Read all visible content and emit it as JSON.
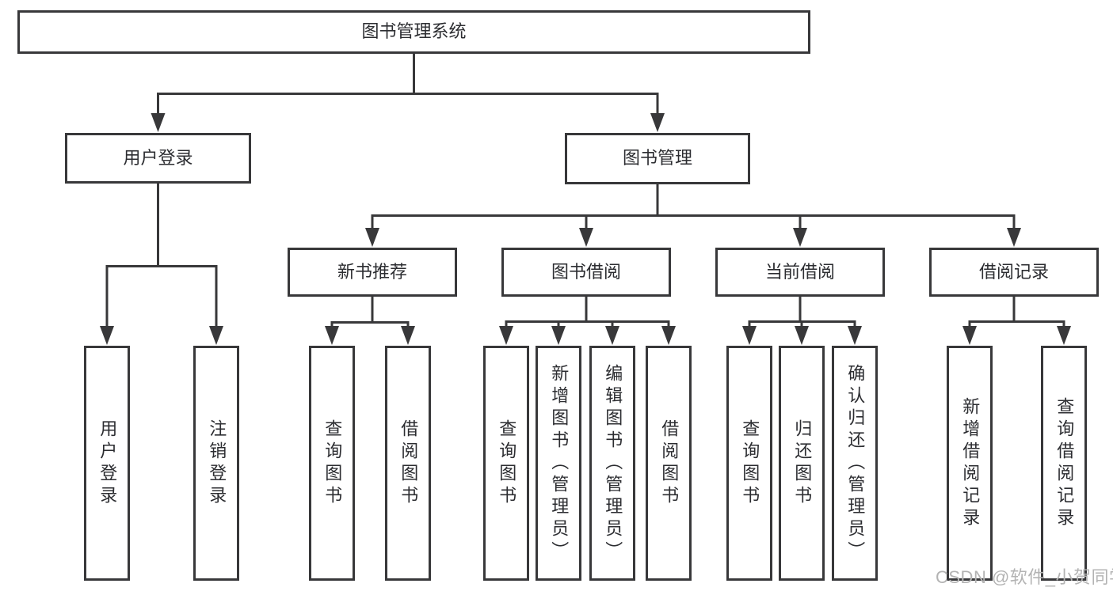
{
  "diagram": {
    "type": "hierarchy-tree",
    "colors": {
      "background": "#ffffff",
      "line": "#38383a",
      "node_border": "#38383a",
      "text": "#2c2d31",
      "watermark": "#b3b3b3"
    },
    "nodes": {
      "root": {
        "label": "图书管理系统"
      },
      "level2": [
        {
          "id": "user-login",
          "label": "用户登录",
          "parent": "图书管理系统"
        },
        {
          "id": "book-management",
          "label": "图书管理",
          "parent": "图书管理系统"
        }
      ],
      "level3": [
        {
          "id": "new-book-recommend",
          "label": "新书推荐",
          "parent": "图书管理"
        },
        {
          "id": "book-borrowing",
          "label": "图书借阅",
          "parent": "图书管理"
        },
        {
          "id": "current-borrowing",
          "label": "当前借阅",
          "parent": "图书管理"
        },
        {
          "id": "borrow-records",
          "label": "借阅记录",
          "parent": "图书管理"
        }
      ],
      "leaves": [
        {
          "id": "user-login-leaf",
          "label": "用户登录",
          "parent": "用户登录"
        },
        {
          "id": "logout",
          "label": "注销登录",
          "parent": "用户登录"
        },
        {
          "id": "query-books-recommend",
          "label": "查询图书",
          "parent": "新书推荐"
        },
        {
          "id": "borrow-books-recommend",
          "label": "借阅图书",
          "parent": "新书推荐"
        },
        {
          "id": "query-books-borrowing",
          "label": "查询图书",
          "parent": "图书借阅"
        },
        {
          "id": "add-books-admin",
          "label": "新增图书（管理员）",
          "parent": "图书借阅"
        },
        {
          "id": "edit-books-admin",
          "label": "编辑图书（管理员）",
          "parent": "图书借阅"
        },
        {
          "id": "borrow-books",
          "label": "借阅图书",
          "parent": "图书借阅"
        },
        {
          "id": "query-books-current",
          "label": "查询图书",
          "parent": "当前借阅"
        },
        {
          "id": "return-books",
          "label": "归还图书",
          "parent": "当前借阅"
        },
        {
          "id": "confirm-return-admin",
          "label": "确认归还（管理员）",
          "parent": "当前借阅"
        },
        {
          "id": "add-borrow-record",
          "label": "新增借阅记录",
          "parent": "借阅记录"
        },
        {
          "id": "query-borrow-record",
          "label": "查询借阅记录",
          "parent": "借阅记录"
        }
      ]
    },
    "watermark": {
      "text": "CSDN @软件_小贺同学"
    }
  }
}
